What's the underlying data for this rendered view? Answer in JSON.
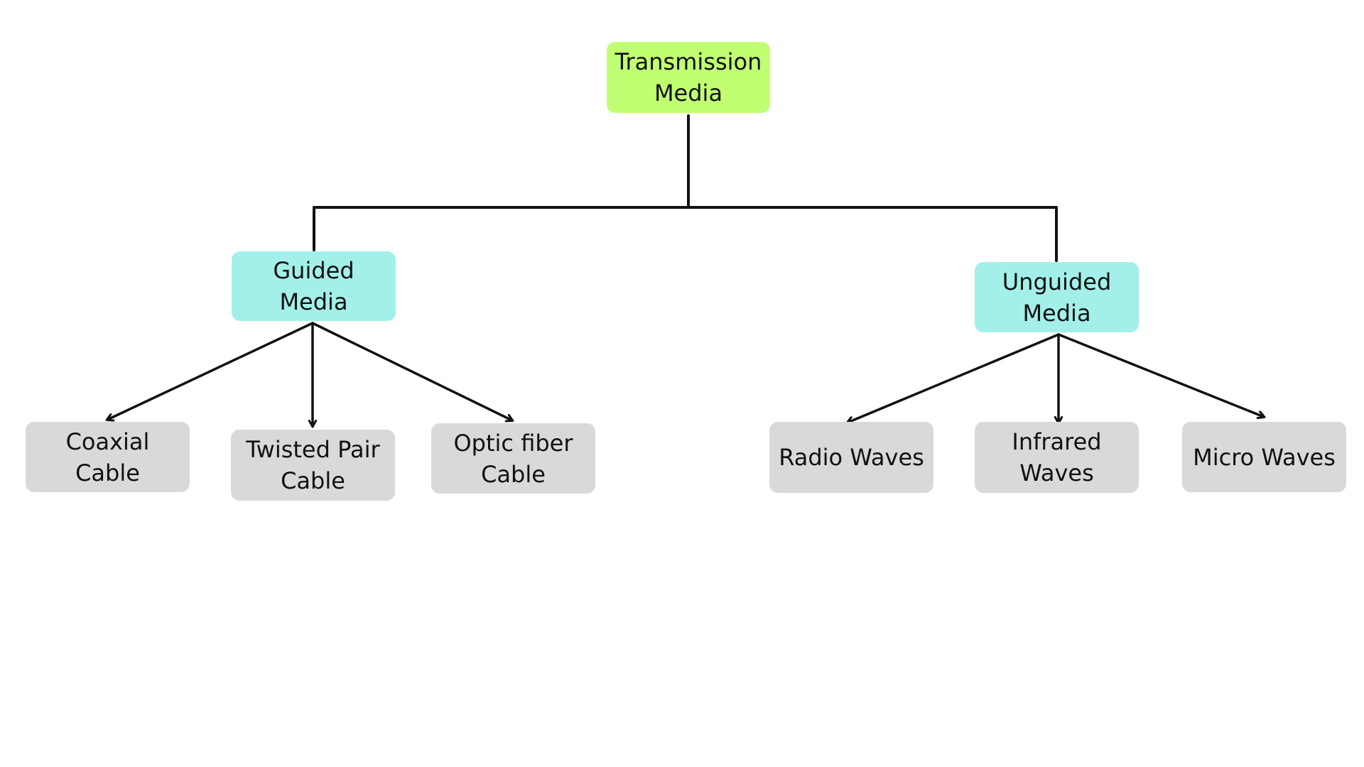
{
  "colors": {
    "root_fill": "#c1ff72",
    "category_fill": "#a2f0e9",
    "leaf_fill": "#d9d9d9",
    "connector": "#111111",
    "background": "#ffffff"
  },
  "root": {
    "label": "Transmission Media"
  },
  "categories": [
    {
      "label": "Guided Media",
      "children": [
        "Coaxial Cable",
        "Twisted Pair Cable",
        "Optic fiber Cable"
      ]
    },
    {
      "label": "Unguided Media",
      "children": [
        "Radio Waves",
        "Infrared Waves",
        "Micro Waves"
      ]
    }
  ]
}
